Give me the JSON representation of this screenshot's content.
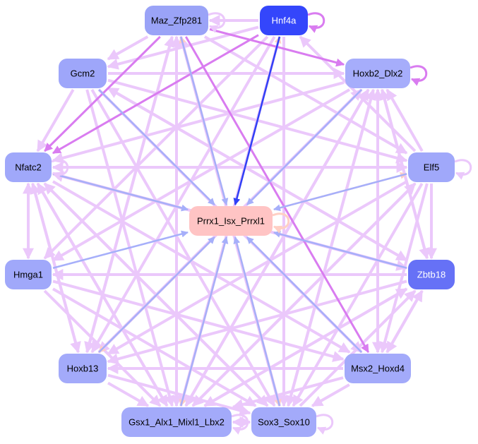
{
  "graph": {
    "nodes": [
      {
        "id": "Maz_Zfp281",
        "fill": "#9aa3f7",
        "text": "#000000"
      },
      {
        "id": "Hnf4a",
        "fill": "#3446fb",
        "text": "#ffffff"
      },
      {
        "id": "Gcm2",
        "fill": "#9ea6fa",
        "text": "#000000"
      },
      {
        "id": "Hoxb2_Dlx2",
        "fill": "#a6adfb",
        "text": "#000000"
      },
      {
        "id": "Nfatc2",
        "fill": "#a0a8fa",
        "text": "#000000"
      },
      {
        "id": "Elf5",
        "fill": "#a0a8fa",
        "text": "#000000"
      },
      {
        "id": "Prrx1_Isx_Prrxl1",
        "fill": "#ffc4c4",
        "text": "#000000"
      },
      {
        "id": "Hmga1",
        "fill": "#a0a8fa",
        "text": "#000000"
      },
      {
        "id": "Zbtb18",
        "fill": "#6671f6",
        "text": "#ffffff"
      },
      {
        "id": "Hoxb13",
        "fill": "#a3aafa",
        "text": "#000000"
      },
      {
        "id": "Msx2_Hoxd4",
        "fill": "#a3aafa",
        "text": "#000000"
      },
      {
        "id": "Gsx1_Alx1_Mixl1_Lbx2",
        "fill": "#a3aafa",
        "text": "#000000"
      },
      {
        "id": "Sox3_Sox10",
        "fill": "#a3aafa",
        "text": "#000000"
      }
    ],
    "edge_colors": {
      "strong": "#d97cf0",
      "light": "#ebc8fb",
      "blue": "#a6affa",
      "darkblue": "#3040f8",
      "pink": "#ffcfc4"
    },
    "edges": [
      [
        "Hnf4a",
        "Prrx1_Isx_Prrxl1",
        "darkblue"
      ],
      [
        "Maz_Zfp281",
        "Prrx1_Isx_Prrxl1",
        "blue"
      ],
      [
        "Gcm2",
        "Prrx1_Isx_Prrxl1",
        "blue"
      ],
      [
        "Hoxb2_Dlx2",
        "Prrx1_Isx_Prrxl1",
        "blue"
      ],
      [
        "Elf5",
        "Prrx1_Isx_Prrxl1",
        "blue"
      ],
      [
        "Zbtb18",
        "Prrx1_Isx_Prrxl1",
        "blue"
      ],
      [
        "Msx2_Hoxd4",
        "Prrx1_Isx_Prrxl1",
        "blue"
      ],
      [
        "Sox3_Sox10",
        "Prrx1_Isx_Prrxl1",
        "blue"
      ],
      [
        "Gsx1_Alx1_Mixl1_Lbx2",
        "Prrx1_Isx_Prrxl1",
        "blue"
      ],
      [
        "Hmga1",
        "Prrx1_Isx_Prrxl1",
        "blue"
      ],
      [
        "Hoxb13",
        "Prrx1_Isx_Prrxl1",
        "blue"
      ],
      [
        "Nfatc2",
        "Prrx1_Isx_Prrxl1",
        "blue"
      ],
      [
        "Prrx1_Isx_Prrxl1",
        "Nfatc2",
        "pink"
      ],
      [
        "Prrx1_Isx_Prrxl1",
        "Hoxb13",
        "pink"
      ],
      [
        "Prrx1_Isx_Prrxl1",
        "Maz_Zfp281",
        "pink"
      ],
      [
        "Prrx1_Isx_Prrxl1",
        "Hnf4a",
        "pink"
      ],
      [
        "Prrx1_Isx_Prrxl1",
        "Gsx1_Alx1_Mixl1_Lbx2",
        "pink"
      ],
      [
        "Prrx1_Isx_Prrxl1",
        "Sox3_Sox10",
        "pink"
      ],
      [
        "Prrx1_Isx_Prrxl1",
        "Elf5",
        "pink"
      ],
      [
        "Maz_Zfp281",
        "Nfatc2",
        "strong"
      ],
      [
        "Maz_Zfp281",
        "Msx2_Hoxd4",
        "strong"
      ],
      [
        "Maz_Zfp281",
        "Hoxb2_Dlx2",
        "strong"
      ],
      [
        "Hnf4a",
        "Nfatc2",
        "strong"
      ],
      [
        "Gcm2",
        "Nfatc2",
        "light"
      ],
      [
        "Gcm2",
        "Hoxb2_Dlx2",
        "light"
      ],
      [
        "Gcm2",
        "Elf5",
        "light"
      ],
      [
        "Gcm2",
        "Zbtb18",
        "light"
      ],
      [
        "Gcm2",
        "Msx2_Hoxd4",
        "light"
      ],
      [
        "Gcm2",
        "Gsx1_Alx1_Mixl1_Lbx2",
        "light"
      ],
      [
        "Gcm2",
        "Sox3_Sox10",
        "light"
      ],
      [
        "Hnf4a",
        "Gcm2",
        "light"
      ],
      [
        "Hnf4a",
        "Maz_Zfp281",
        "light"
      ],
      [
        "Hnf4a",
        "Hoxb13",
        "light"
      ],
      [
        "Hnf4a",
        "Gsx1_Alx1_Mixl1_Lbx2",
        "light"
      ],
      [
        "Hnf4a",
        "Sox3_Sox10",
        "light"
      ],
      [
        "Hnf4a",
        "Hmga1",
        "light"
      ],
      [
        "Maz_Zfp281",
        "Gcm2",
        "light"
      ],
      [
        "Maz_Zfp281",
        "Hoxb13",
        "light"
      ],
      [
        "Maz_Zfp281",
        "Gsx1_Alx1_Mixl1_Lbx2",
        "light"
      ],
      [
        "Maz_Zfp281",
        "Sox3_Sox10",
        "light"
      ],
      [
        "Maz_Zfp281",
        "Elf5",
        "light"
      ],
      [
        "Hoxb2_Dlx2",
        "Nfatc2",
        "light"
      ],
      [
        "Hoxb2_Dlx2",
        "Hoxb13",
        "light"
      ],
      [
        "Hoxb2_Dlx2",
        "Gsx1_Alx1_Mixl1_Lbx2",
        "light"
      ],
      [
        "Hoxb2_Dlx2",
        "Sox3_Sox10",
        "light"
      ],
      [
        "Hoxb2_Dlx2",
        "Msx2_Hoxd4",
        "light"
      ],
      [
        "Hoxb2_Dlx2",
        "Zbtb18",
        "light"
      ],
      [
        "Hoxb2_Dlx2",
        "Hmga1",
        "light"
      ],
      [
        "Elf5",
        "Nfatc2",
        "light"
      ],
      [
        "Elf5",
        "Hoxb2_Dlx2",
        "light"
      ],
      [
        "Elf5",
        "Hoxb13",
        "light"
      ],
      [
        "Elf5",
        "Gsx1_Alx1_Mixl1_Lbx2",
        "light"
      ],
      [
        "Elf5",
        "Sox3_Sox10",
        "light"
      ],
      [
        "Elf5",
        "Msx2_Hoxd4",
        "light"
      ],
      [
        "Elf5",
        "Zbtb18",
        "light"
      ],
      [
        "Elf5",
        "Hnf4a",
        "light"
      ],
      [
        "Zbtb18",
        "Nfatc2",
        "light"
      ],
      [
        "Zbtb18",
        "Hmga1",
        "light"
      ],
      [
        "Zbtb18",
        "Hoxb13",
        "light"
      ],
      [
        "Zbtb18",
        "Gsx1_Alx1_Mixl1_Lbx2",
        "light"
      ],
      [
        "Zbtb18",
        "Msx2_Hoxd4",
        "light"
      ],
      [
        "Zbtb18",
        "Hoxb2_Dlx2",
        "light"
      ],
      [
        "Zbtb18",
        "Gcm2",
        "light"
      ],
      [
        "Hmga1",
        "Nfatc2",
        "light"
      ],
      [
        "Nfatc2",
        "Hmga1",
        "light"
      ],
      [
        "Hmga1",
        "Gsx1_Alx1_Mixl1_Lbx2",
        "light"
      ],
      [
        "Hmga1",
        "Sox3_Sox10",
        "light"
      ],
      [
        "Hmga1",
        "Msx2_Hoxd4",
        "light"
      ],
      [
        "Nfatc2",
        "Hoxb13",
        "light"
      ],
      [
        "Nfatc2",
        "Gsx1_Alx1_Mixl1_Lbx2",
        "light"
      ],
      [
        "Nfatc2",
        "Sox3_Sox10",
        "light"
      ],
      [
        "Nfatc2",
        "Msx2_Hoxd4",
        "light"
      ],
      [
        "Nfatc2",
        "Zbtb18",
        "light"
      ],
      [
        "Nfatc2",
        "Elf5",
        "light"
      ],
      [
        "Hoxb13",
        "Nfatc2",
        "light"
      ],
      [
        "Hoxb13",
        "Gsx1_Alx1_Mixl1_Lbx2",
        "light"
      ],
      [
        "Hoxb13",
        "Sox3_Sox10",
        "light"
      ],
      [
        "Hoxb13",
        "Hoxb2_Dlx2",
        "light"
      ],
      [
        "Hoxb13",
        "Maz_Zfp281",
        "light"
      ],
      [
        "Msx2_Hoxd4",
        "Sox3_Sox10",
        "light"
      ],
      [
        "Msx2_Hoxd4",
        "Gsx1_Alx1_Mixl1_Lbx2",
        "light"
      ],
      [
        "Msx2_Hoxd4",
        "Zbtb18",
        "light"
      ],
      [
        "Msx2_Hoxd4",
        "Hoxb2_Dlx2",
        "light"
      ],
      [
        "Msx2_Hoxd4",
        "Hoxb13",
        "light"
      ],
      [
        "Sox3_Sox10",
        "Gsx1_Alx1_Mixl1_Lbx2",
        "light"
      ],
      [
        "Gsx1_Alx1_Mixl1_Lbx2",
        "Sox3_Sox10",
        "light"
      ],
      [
        "Sox3_Sox10",
        "Hoxb2_Dlx2",
        "light"
      ],
      [
        "Sox3_Sox10",
        "Maz_Zfp281",
        "light"
      ],
      [
        "Sox3_Sox10",
        "Zbtb18",
        "light"
      ],
      [
        "Sox3_Sox10",
        "Nfatc2",
        "light"
      ],
      [
        "Gsx1_Alx1_Mixl1_Lbx2",
        "Hoxb2_Dlx2",
        "light"
      ],
      [
        "Gsx1_Alx1_Mixl1_Lbx2",
        "Maz_Zfp281",
        "light"
      ],
      [
        "Gsx1_Alx1_Mixl1_Lbx2",
        "Zbtb18",
        "light"
      ],
      [
        "Gsx1_Alx1_Mixl1_Lbx2",
        "Elf5",
        "light"
      ],
      [
        "Gsx1_Alx1_Mixl1_Lbx2",
        "Nfatc2",
        "light"
      ]
    ],
    "self_loops": [
      [
        "Maz_Zfp281",
        "light"
      ],
      [
        "Hnf4a",
        "strong"
      ],
      [
        "Hoxb2_Dlx2",
        "strong"
      ],
      [
        "Elf5",
        "light"
      ],
      [
        "Nfatc2",
        "light"
      ],
      [
        "Prrx1_Isx_Prrxl1",
        "pink"
      ],
      [
        "Sox3_Sox10",
        "light"
      ],
      [
        "Gsx1_Alx1_Mixl1_Lbx2",
        "light"
      ]
    ]
  }
}
